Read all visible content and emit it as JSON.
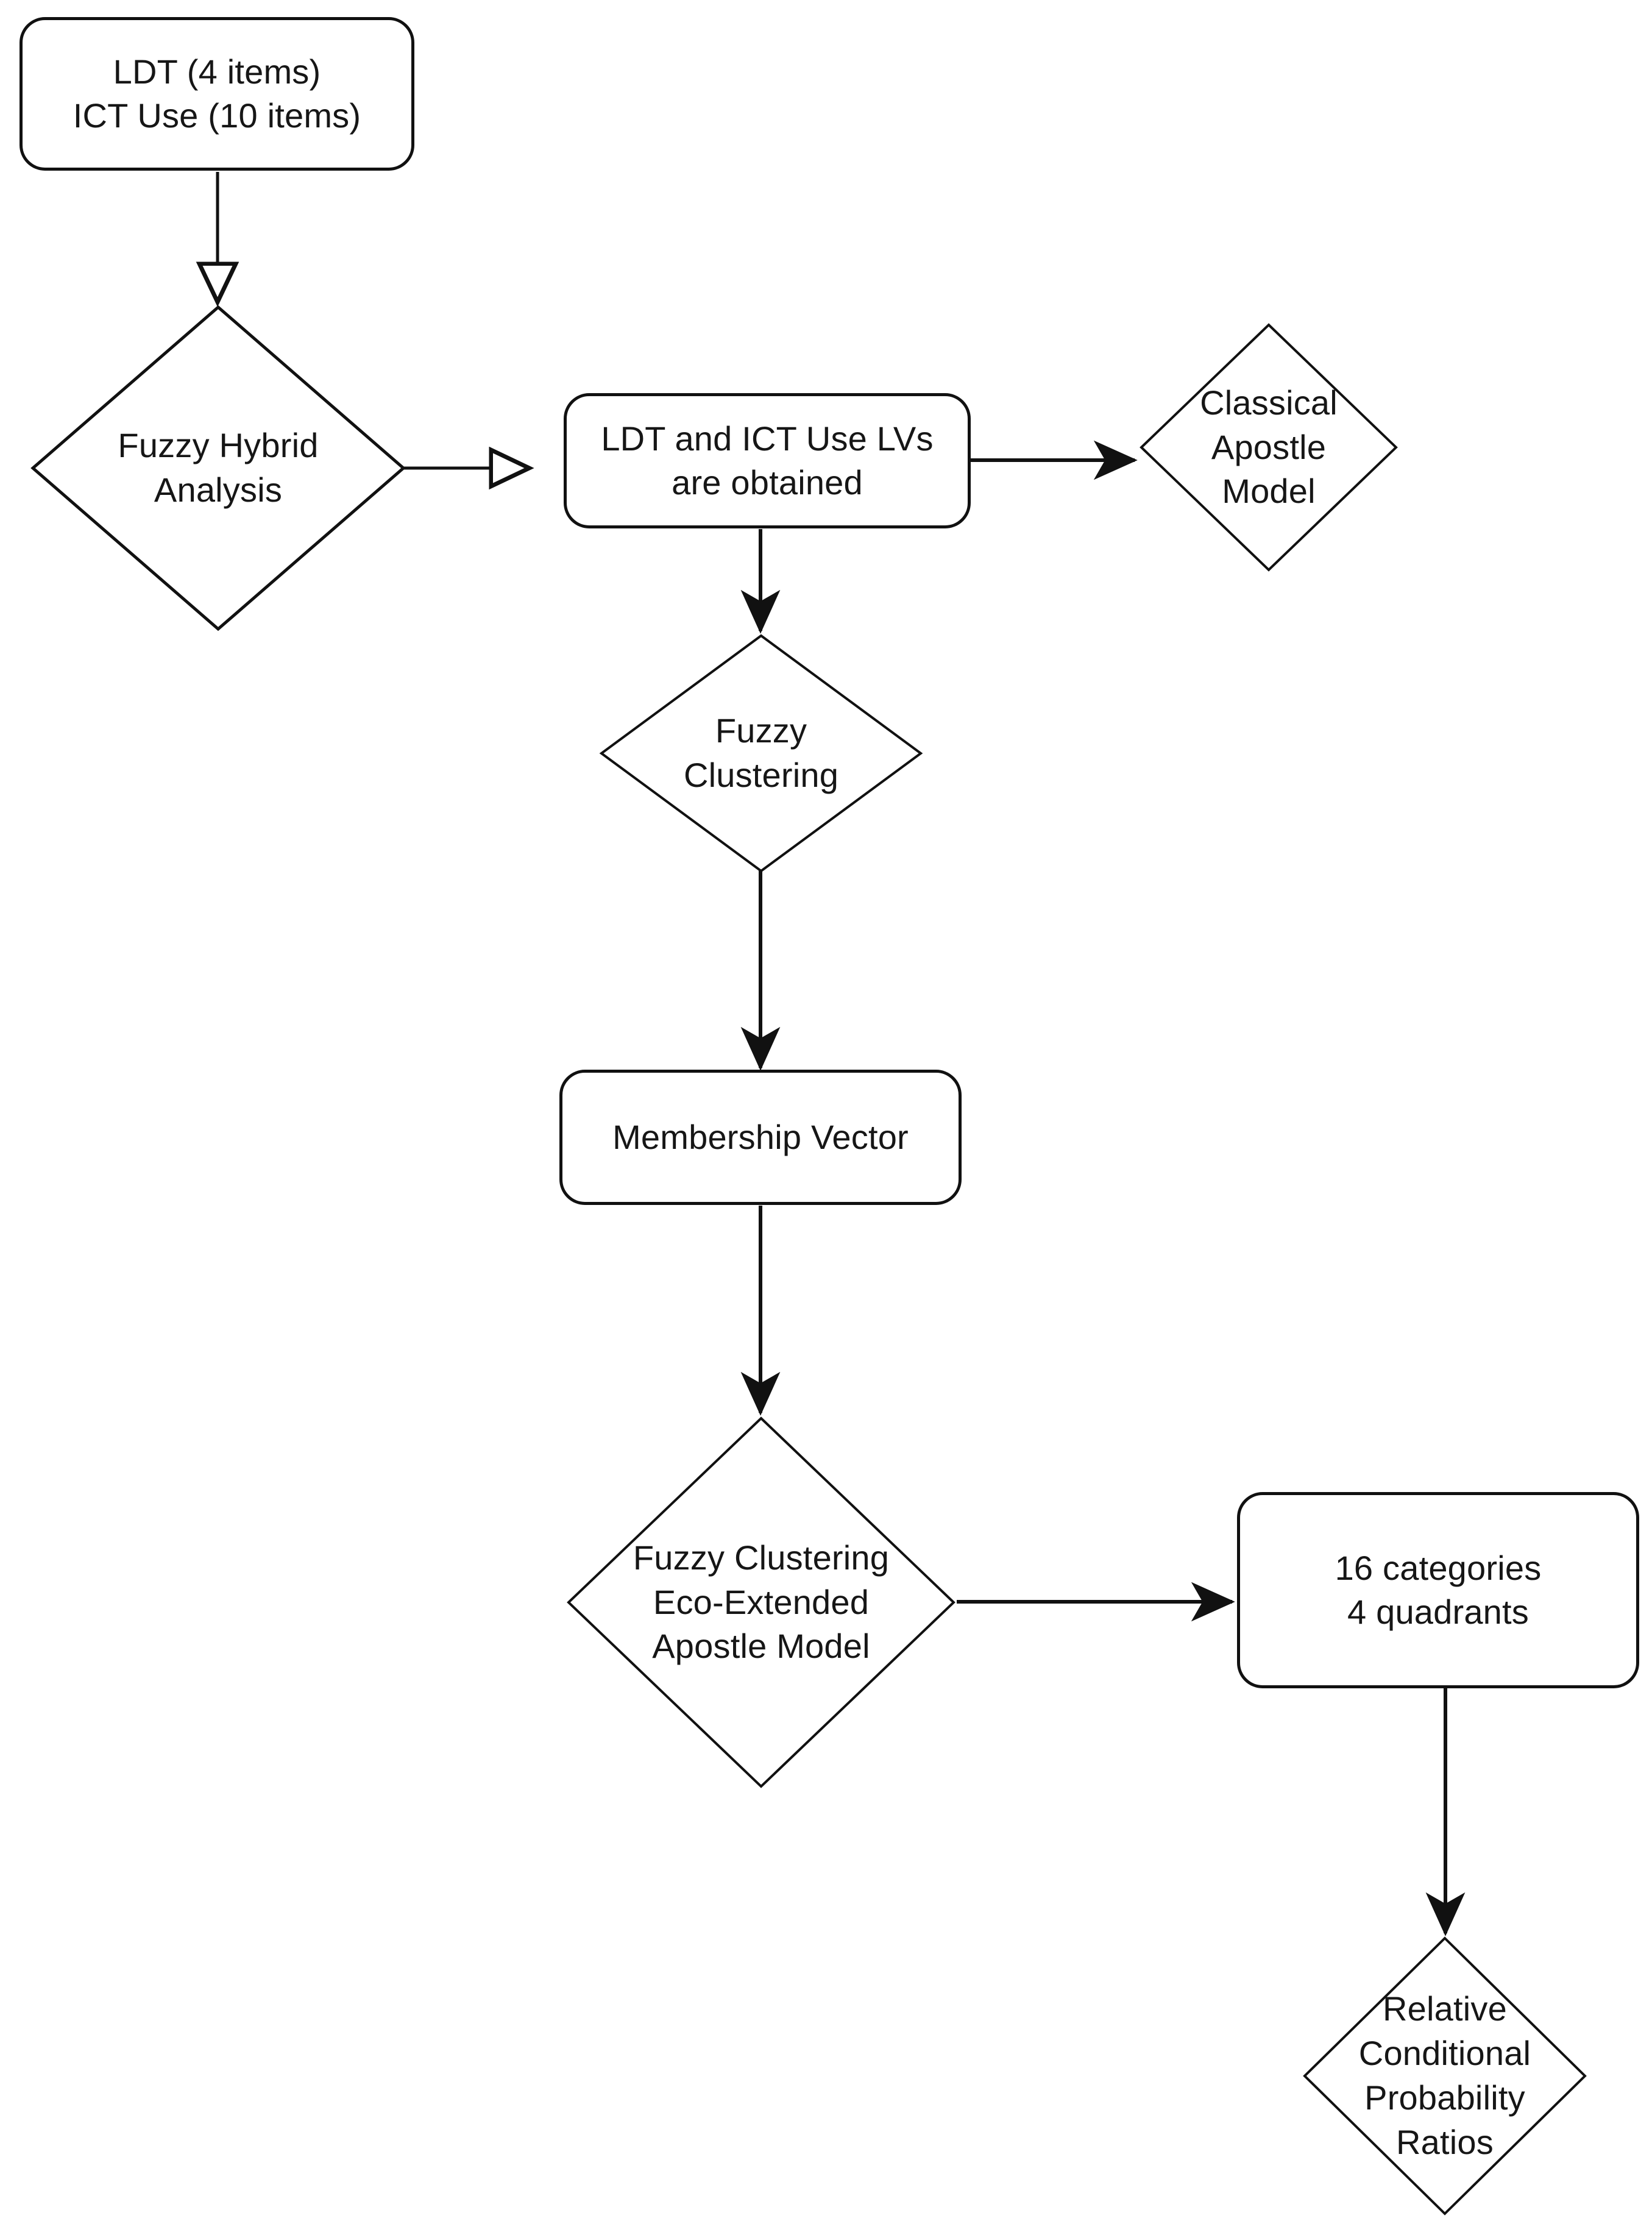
{
  "diagram": {
    "title": "Fuzzy Hybrid Analysis Flowchart",
    "stroke_color": "#111111",
    "fill_color": "#ffffff",
    "text_color": "#161616",
    "background": "#ffffff"
  },
  "nodes": {
    "inputs_box": {
      "shape": "rounded-rectangle",
      "text": "LDT (4 items)\nICT Use (10 items)"
    },
    "fuzzy_hybrid_analysis": {
      "shape": "diamond",
      "text": "Fuzzy Hybrid\nAnalysis"
    },
    "lvs_obtained_box": {
      "shape": "rounded-rectangle",
      "text": "LDT and ICT Use LVs\nare obtained"
    },
    "classical_apostle_model": {
      "shape": "diamond",
      "text": "Classical\nApostle\nModel"
    },
    "fuzzy_clustering": {
      "shape": "diamond",
      "text": "Fuzzy\nClustering"
    },
    "membership_vector_box": {
      "shape": "rounded-rectangle",
      "text": "Membership Vector"
    },
    "eco_extended_apostle_model": {
      "shape": "diamond",
      "text": "Fuzzy Clustering\nEco-Extended\nApostle Model"
    },
    "categories_quadrants_box": {
      "shape": "rounded-rectangle",
      "text": "16 categories\n4 quadrants"
    },
    "relative_conditional_probability_ratios": {
      "shape": "diamond",
      "text": "Relative\nConditional\nProbability\nRatios"
    }
  },
  "edges": [
    {
      "id": "inputs-to-fuzzy-hybrid",
      "from": "inputs_box",
      "to": "fuzzy_hybrid_analysis",
      "direction": "down",
      "arrowhead": "open-triangle",
      "label": ""
    },
    {
      "id": "fuzzy-hybrid-to-lvs",
      "from": "fuzzy_hybrid_analysis",
      "to": "lvs_obtained_box",
      "direction": "right",
      "arrowhead": "open-triangle",
      "label": ""
    },
    {
      "id": "lvs-to-classical",
      "from": "lvs_obtained_box",
      "to": "classical_apostle_model",
      "direction": "right",
      "arrowhead": "filled-triangle",
      "label": ""
    },
    {
      "id": "lvs-to-fuzzy-clustering",
      "from": "lvs_obtained_box",
      "to": "fuzzy_clustering",
      "direction": "down",
      "arrowhead": "filled-triangle",
      "label": ""
    },
    {
      "id": "fuzzy-clustering-to-membership",
      "from": "fuzzy_clustering",
      "to": "membership_vector_box",
      "direction": "down",
      "arrowhead": "filled-triangle",
      "label": ""
    },
    {
      "id": "membership-to-eco-extended",
      "from": "membership_vector_box",
      "to": "eco_extended_apostle_model",
      "direction": "down",
      "arrowhead": "filled-triangle",
      "label": ""
    },
    {
      "id": "eco-extended-to-categories",
      "from": "eco_extended_apostle_model",
      "to": "categories_quadrants_box",
      "direction": "right",
      "arrowhead": "filled-triangle",
      "label": ""
    },
    {
      "id": "categories-to-ratios",
      "from": "categories_quadrants_box",
      "to": "relative_conditional_probability_ratios",
      "direction": "down",
      "arrowhead": "filled-triangle",
      "label": ""
    }
  ]
}
